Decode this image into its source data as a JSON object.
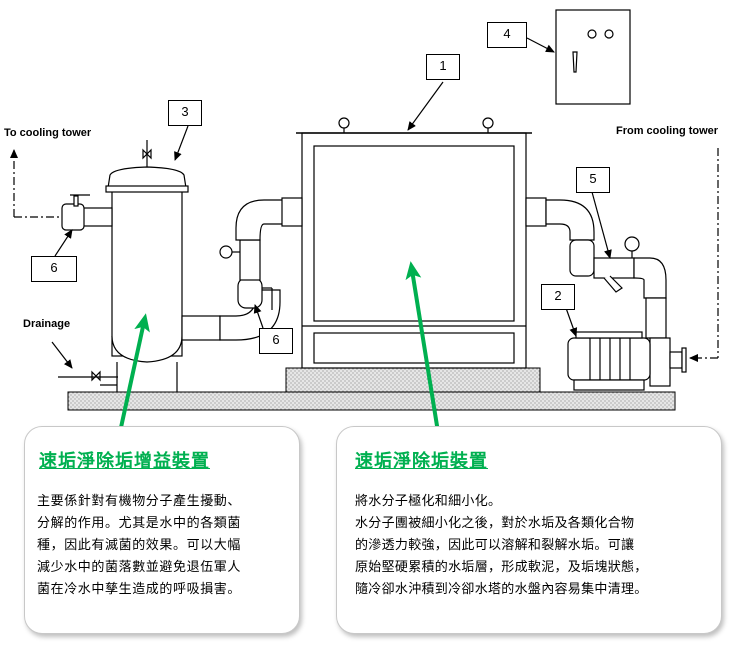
{
  "labels": {
    "to_cooling_tower": "To cooling tower",
    "from_cooling_tower": "From cooling tower",
    "drainage": "Drainage"
  },
  "callouts": {
    "n1": "1",
    "n2": "2",
    "n3": "3",
    "n4": "4",
    "n5": "5",
    "n6_left": "6",
    "n6_mid": "6"
  },
  "cards": {
    "left": {
      "title": "速垢淨除垢增益裝置",
      "lines": [
        "主要係針對有機物分子產生擾動、",
        "分解的作用。尤其是水中的各類菌",
        "種，因此有滅菌的效果。可以大幅",
        "減少水中的菌落數並避免退伍軍人",
        "菌在冷水中孳生造成的呼吸損害。"
      ]
    },
    "right": {
      "title": "速垢淨除垢裝置",
      "lines": [
        "將水分子極化和細小化。",
        "水分子團被細小化之後，對於水垢及各類化合物",
        "的滲透力較強，因此可以溶解和裂解水垢。可讓",
        "原始堅硬累積的水垢層，形成軟泥，及垢塊狀態，",
        "隨冷卻水沖積到冷卻水塔的水盤內容易集中清理。"
      ]
    }
  },
  "colors": {
    "accent_green": "#00b050",
    "line": "#000000",
    "base_fill": "#d9d9d9"
  }
}
